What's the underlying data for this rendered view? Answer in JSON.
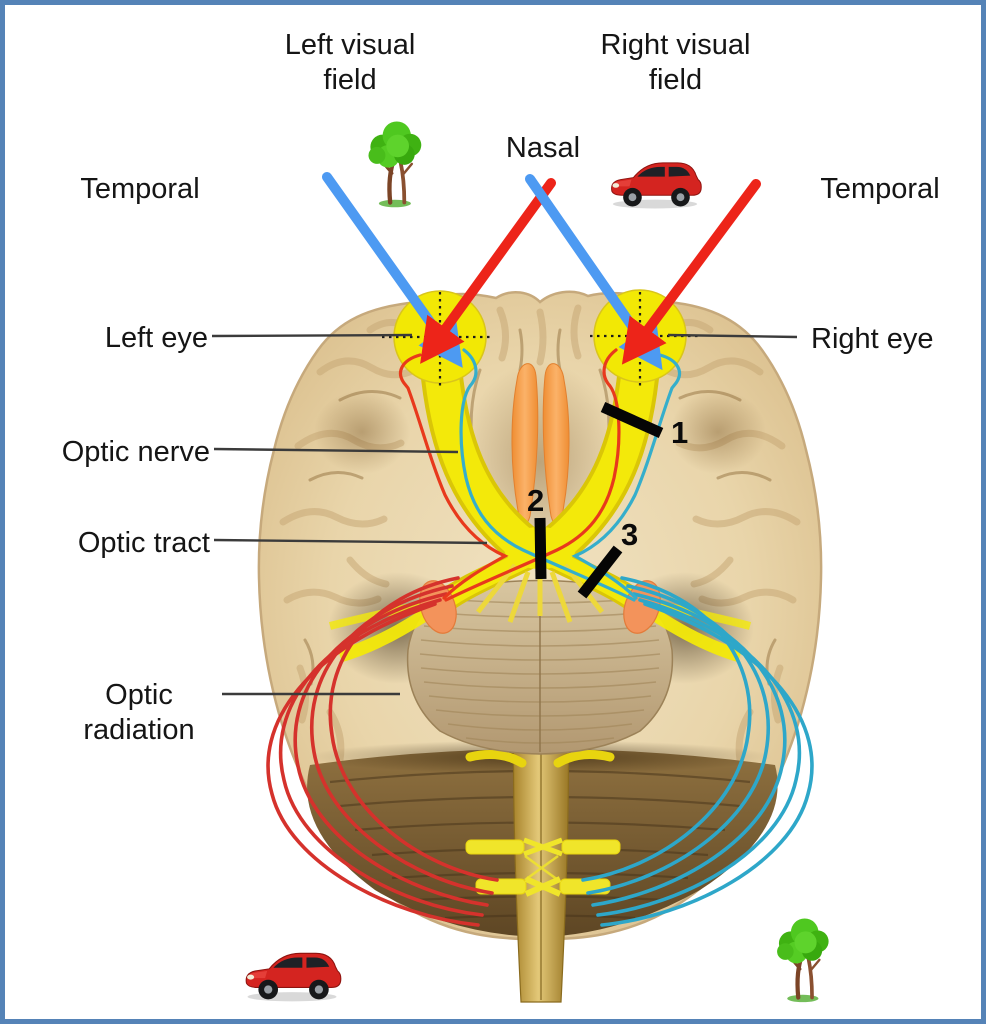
{
  "figure": {
    "labels": {
      "left_visual_field": "Left visual field",
      "right_visual_field": "Right visual field",
      "nasal": "Nasal",
      "temporal_left": "Temporal",
      "temporal_right": "Temporal",
      "left_eye": "Left eye",
      "right_eye": "Right eye",
      "optic_nerve": "Optic nerve",
      "optic_tract": "Optic tract",
      "optic_radiation": "Optic radiation"
    },
    "markers": [
      "1",
      "2",
      "3"
    ],
    "icons": [
      "tree-icon",
      "car-icon",
      "car-icon",
      "tree-icon"
    ],
    "colors": {
      "frame_border": "#5583b7",
      "left_field_ray_blue": "#4d9af2",
      "right_field_ray_red": "#ed2419",
      "pathway_yellow": "#f2e805",
      "left_radiation_red": "#d5322c",
      "right_radiation_teal": "#2ea7c9",
      "geniculate_orange": "#f3935b",
      "brain_tan": "#e9d7af",
      "cerebellum_brown": "#6b5128",
      "lesion_bar_black": "#000000"
    }
  }
}
